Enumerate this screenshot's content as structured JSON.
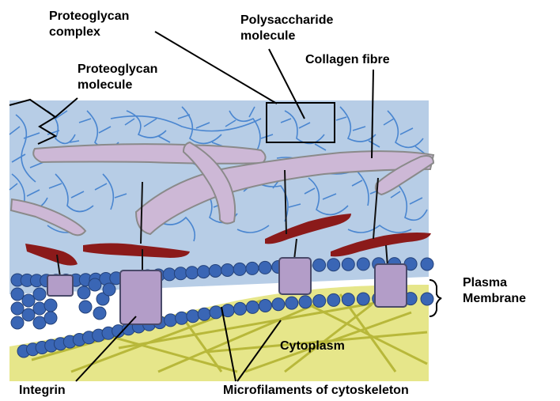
{
  "labels": {
    "proteoglycan_complex": "Proteoglycan\ncomplex",
    "polysaccharide_molecule": "Polysaccharide\nmolecule",
    "collagen_fibre": "Collagen fibre",
    "proteoglycan_molecule": "Proteoglycan\nmolecule",
    "plasma_membrane": "Plasma\nMembrane",
    "cytoplasm": "Cytoplasm",
    "integrin": "Integrin",
    "microfilaments": "Microfilaments of cytoskeleton"
  },
  "colors": {
    "extracellular_matrix": "#b7cde6",
    "polysaccharide_branches": "#4a86d0",
    "collagen_fibre": "#cdb8d6",
    "collagen_outline": "#8a8a8a",
    "proteoglycan_core": "#8b1a1a",
    "phospholipid_head": "#3a66b5",
    "integrin_protein": "#b39dc8",
    "cytoplasm": "#e6e68a",
    "microfilament": "#b8b83a"
  }
}
